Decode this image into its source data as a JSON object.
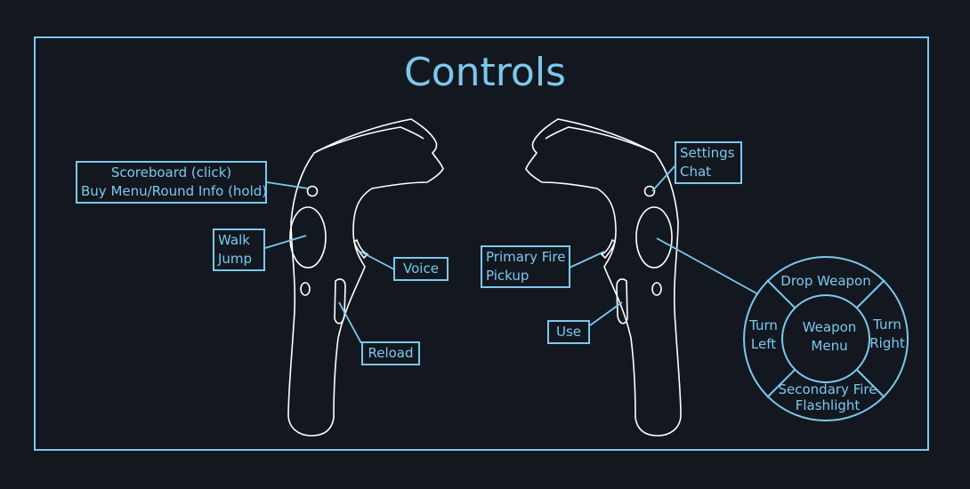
{
  "title": "Controls",
  "left_controller": {
    "menu_button": {
      "line1": "Scoreboard (click)",
      "line2": "Buy Menu/Round Info (hold)"
    },
    "trackpad": {
      "line1": "Walk",
      "line2": "Jump"
    },
    "trigger": "Voice",
    "grip": "Reload"
  },
  "right_controller": {
    "menu_button": {
      "line1": "Settings",
      "line2": "Chat"
    },
    "trigger": {
      "line1": "Primary Fire",
      "line2": "Pickup"
    },
    "grip": "Use"
  },
  "wheel": {
    "center": {
      "line1": "Weapon",
      "line2": "Menu"
    },
    "top": "Drop Weapon",
    "left": {
      "line1": "Turn",
      "line2": "Left"
    },
    "right": {
      "line1": "Turn",
      "line2": "Right"
    },
    "bottom": {
      "line1": "Secondary Fire",
      "line2": "Flashlight"
    }
  },
  "colors": {
    "accent": "#7cc8ec",
    "background": "#131820",
    "outline": "#ffffff"
  }
}
